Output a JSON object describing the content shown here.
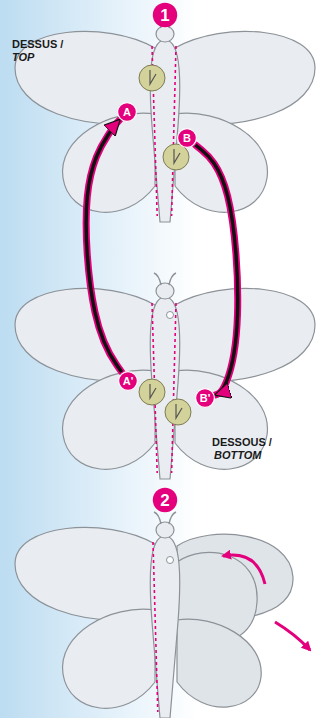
{
  "diagram": {
    "nodes": [
      {
        "text": [
          "1"
        ]
      },
      {
        "text": [
          "A"
        ]
      },
      {
        "text": [
          "B"
        ]
      },
      {
        "text": [
          "A'"
        ]
      },
      {
        "text": [
          "B'"
        ]
      },
      {
        "text": [
          "2"
        ]
      }
    ],
    "edges": [
      {
        "from": 3,
        "to": 1,
        "arrow": "to"
      },
      {
        "from": 2,
        "to": 4,
        "arrow": "to"
      }
    ],
    "labels": [
      "DESSUS /",
      "TOP",
      "DESSOUS /",
      "BOTTOM"
    ]
  }
}
